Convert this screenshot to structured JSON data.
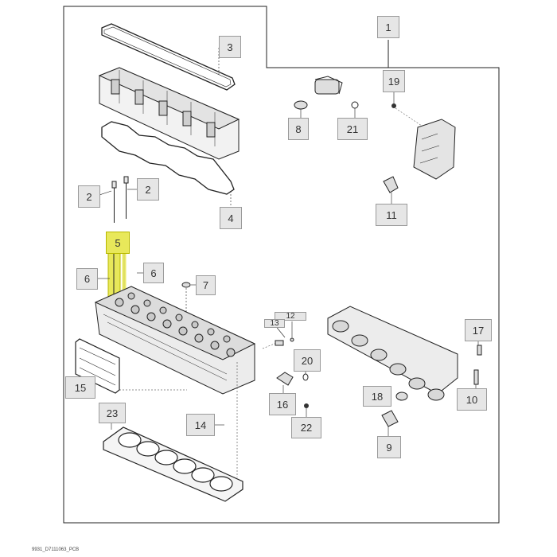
{
  "diagram": {
    "callouts": [
      "1",
      "3",
      "19",
      "8",
      "21",
      "2",
      "2",
      "4",
      "11",
      "5",
      "6",
      "6",
      "7",
      "12",
      "13",
      "17",
      "20",
      "15",
      "18",
      "16",
      "10",
      "23",
      "14",
      "22",
      "9"
    ],
    "reference_code": "9931_D7111063_PCB"
  },
  "colors": {
    "highlight": "#e8e85a",
    "callout_bg": "#e6e6e6",
    "line": "#222222"
  }
}
